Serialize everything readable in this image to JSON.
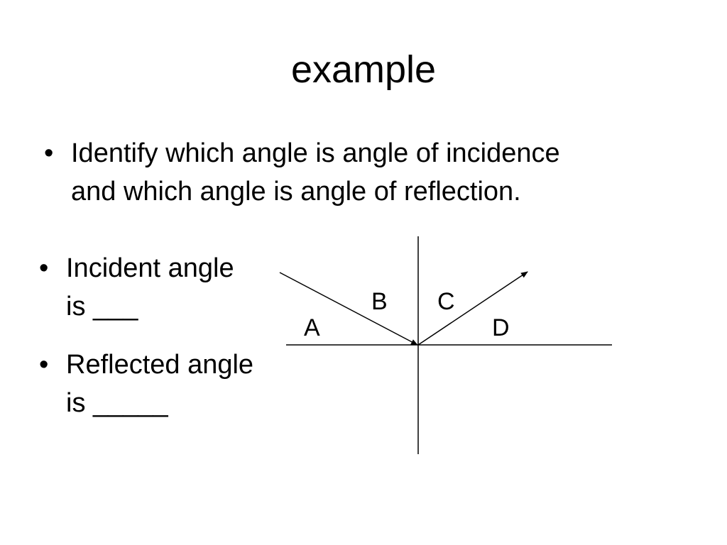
{
  "slide": {
    "title": "example"
  },
  "prompt": {
    "bullet": "•",
    "line1": "Identify which angle is angle of incidence",
    "line2": "and which angle is angle of reflection."
  },
  "questions": [
    {
      "bullet": "•",
      "line1": "Incident angle",
      "line2": "is ___"
    },
    {
      "bullet": "•",
      "line1": "Reflected angle",
      "line2": "is _____"
    }
  ],
  "diagram": {
    "angle_labels": {
      "a": "A",
      "b": "B",
      "c": "C",
      "d": "D"
    },
    "line_color": "#000000"
  }
}
